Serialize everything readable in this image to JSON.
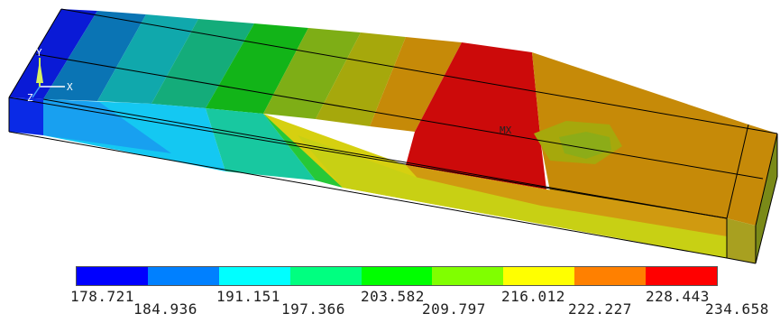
{
  "triad": {
    "x_label": "X",
    "y_label": "Y",
    "z_label": "Z"
  },
  "model": {
    "max_marker": "MX"
  },
  "legend": {
    "colors": [
      "#0000ff",
      "#0080ff",
      "#00ffff",
      "#00ff80",
      "#00ff00",
      "#80ff00",
      "#ffff00",
      "#ff8000",
      "#ff0000"
    ],
    "labels_top": [
      "178.721",
      "191.151",
      "203.582",
      "216.012",
      "228.443"
    ],
    "labels_bottom": [
      "184.936",
      "197.366",
      "209.797",
      "222.227",
      "234.658"
    ]
  },
  "colors": {
    "blue": "#0a16d6",
    "blue_side": "#0a28e6",
    "teal_blue": "#0a6eb0",
    "cyan_side": "#10c8f0",
    "teal": "#12b0a8",
    "green_teal": "#18b078",
    "green": "#10b418",
    "yellow_green": "#7eb018",
    "olive": "#a8a80e",
    "orange": "#c8880a",
    "red": "#d00808",
    "side_yellow": "#d6d010",
    "side_orange": "#d0a010"
  }
}
